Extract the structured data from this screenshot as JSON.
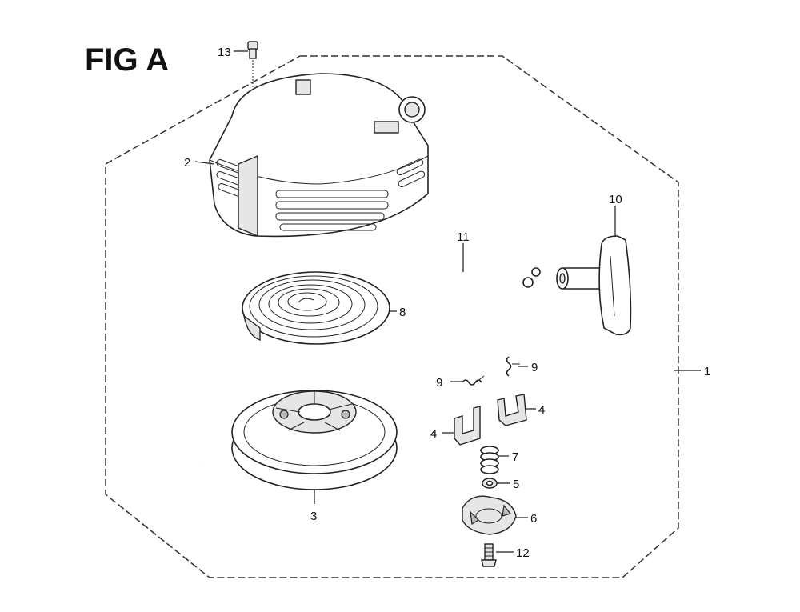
{
  "figure": {
    "title": "FIG A"
  },
  "callouts": [
    {
      "id": "13",
      "text": "13"
    },
    {
      "id": "2",
      "text": "2"
    },
    {
      "id": "10",
      "text": "10"
    },
    {
      "id": "11",
      "text": "11"
    },
    {
      "id": "8",
      "text": "8"
    },
    {
      "id": "1",
      "text": "1"
    },
    {
      "id": "9a",
      "text": "9"
    },
    {
      "id": "9b",
      "text": "9"
    },
    {
      "id": "4a",
      "text": "4"
    },
    {
      "id": "4b",
      "text": "4"
    },
    {
      "id": "7",
      "text": "7"
    },
    {
      "id": "5",
      "text": "5"
    },
    {
      "id": "3",
      "text": "3"
    },
    {
      "id": "6",
      "text": "6"
    },
    {
      "id": "12",
      "text": "12"
    }
  ],
  "parts": [
    {
      "number": "1",
      "icon": "recoil-starter-assembly-outline"
    },
    {
      "number": "2",
      "icon": "starter-case-cover-icon"
    },
    {
      "number": "3",
      "icon": "starter-reel-pulley-icon"
    },
    {
      "number": "4",
      "icon": "ratchet-pawl-icon"
    },
    {
      "number": "5",
      "icon": "friction-plate-washer-icon"
    },
    {
      "number": "6",
      "icon": "ratchet-guide-icon"
    },
    {
      "number": "7",
      "icon": "friction-spring-icon"
    },
    {
      "number": "8",
      "icon": "recoil-spring-icon"
    },
    {
      "number": "9",
      "icon": "return-spring-icon"
    },
    {
      "number": "10",
      "icon": "starter-grip-handle-icon"
    },
    {
      "number": "11",
      "icon": "starter-rope-icon"
    },
    {
      "number": "12",
      "icon": "setting-bolt-icon"
    },
    {
      "number": "13",
      "icon": "flange-bolt-icon"
    }
  ]
}
